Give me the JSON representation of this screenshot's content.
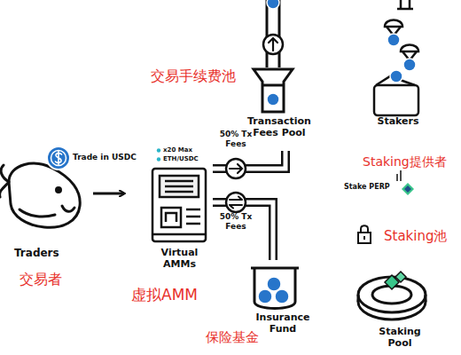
{
  "diagram": {
    "nodes": [
      {
        "text": [
          "Traders",
          "交易者"
        ]
      },
      {
        "text": [
          "Virtual AMMs",
          "虚拟AMM"
        ]
      },
      {
        "text": [
          "交易手续费池",
          "Transaction Fees Pool"
        ]
      },
      {
        "text": [
          "Insurance Fund",
          "保险基金"
        ]
      },
      {
        "text": [
          "Stakers",
          "Staking提供者"
        ]
      },
      {
        "text": [
          "Staking池",
          "Staking Pool"
        ]
      }
    ],
    "edges": [
      {
        "from": 0,
        "to": 1,
        "arrow": "to"
      },
      {
        "from": 1,
        "to": 2,
        "label": "50% Tx Fees",
        "arrow": "none"
      },
      {
        "from": 1,
        "to": 3,
        "label": "50% Tx Fees",
        "arrow": "none"
      }
    ],
    "labels": [
      "Trade in USDC",
      "x20 Max",
      "ETH/USDC",
      "Stake PERP"
    ]
  }
}
